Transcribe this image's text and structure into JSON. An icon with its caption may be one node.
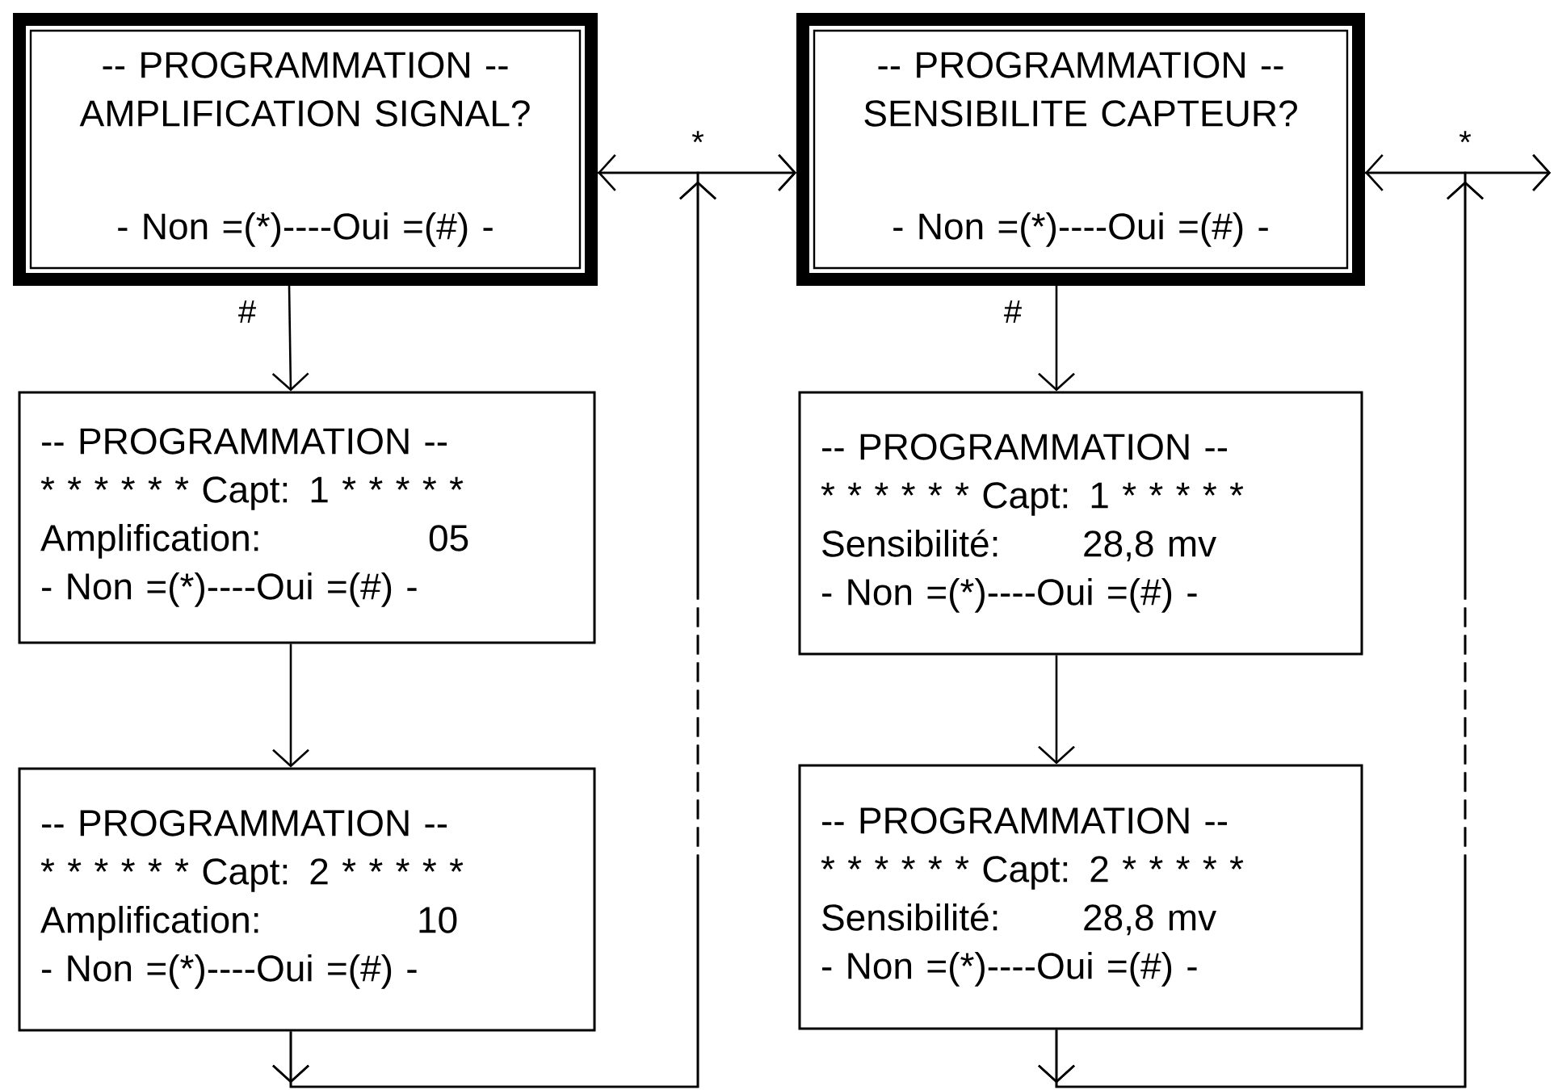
{
  "diagram": {
    "nodes": [
      {
        "text": [
          "-- PROGRAMMATION --",
          "AMPLIFICATION SIGNAL?",
          "- Non =(*)----Oui =(#) -"
        ]
      },
      {
        "text": [
          "-- PROGRAMMATION --",
          "* * * * * * Capt: 1 * * * * *",
          "Amplification:",
          "05",
          "- Non =(*)----Oui =(#) -"
        ]
      },
      {
        "text": [
          "-- PROGRAMMATION --",
          "* * * * * * Capt: 2 * * * * *",
          "Amplification:",
          "10",
          "- Non =(*)----Oui =(#) -"
        ]
      },
      {
        "text": [
          "-- PROGRAMMATION --",
          "SENSIBILITE CAPTEUR?",
          "- Non =(*)----Oui =(#) -"
        ]
      },
      {
        "text": [
          "-- PROGRAMMATION --",
          "* * * * * * Capt: 1 * * * * *",
          "Sensibilité:",
          "28,8 mv",
          "- Non =(*)----Oui =(#) -"
        ]
      },
      {
        "text": [
          "-- PROGRAMMATION --",
          "* * * * * * Capt: 2 * * * * *",
          "Sensibilité:",
          "28,8 mv",
          "- Non =(*)----Oui =(#) -"
        ]
      }
    ],
    "edges": [
      {
        "from": 0,
        "to": 1,
        "arrow": "to",
        "label": "#"
      },
      {
        "from": 1,
        "to": 2,
        "arrow": "to"
      },
      {
        "from": 0,
        "to": 3,
        "arrow": "to",
        "label": "*"
      },
      {
        "from": 2,
        "to": 0,
        "arrow": "to",
        "style": "dashed"
      },
      {
        "from": 2,
        "to": 3,
        "arrow": "to",
        "style": "dashed"
      },
      {
        "from": 3,
        "to": 4,
        "arrow": "to",
        "label": "#"
      },
      {
        "from": 4,
        "to": 5,
        "arrow": "to"
      },
      {
        "from": 3,
        "to": null,
        "arrow": "to",
        "label": "*"
      },
      {
        "from": 5,
        "to": 3,
        "arrow": "to",
        "style": "dashed"
      },
      {
        "from": 5,
        "to": null,
        "arrow": "to",
        "style": "dashed"
      }
    ]
  }
}
